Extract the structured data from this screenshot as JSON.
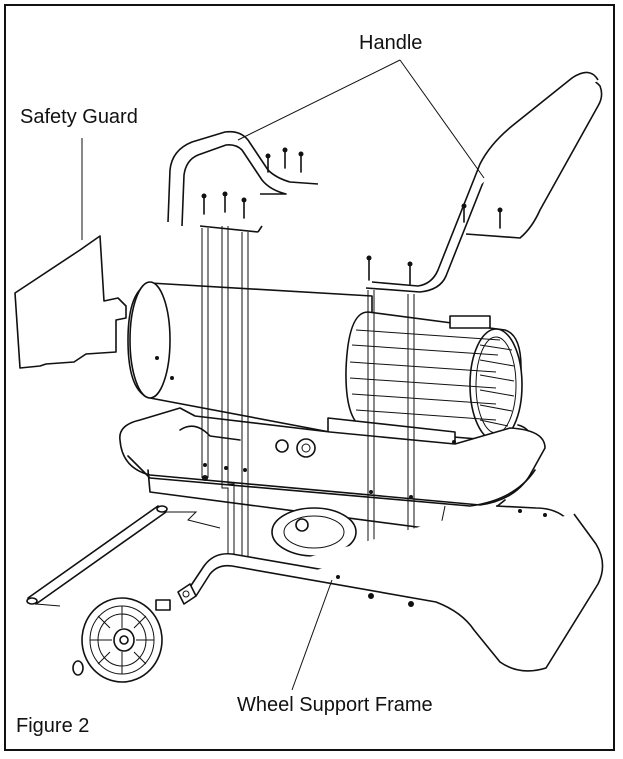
{
  "labels": {
    "handle": "Handle",
    "safety_guard": "Safety Guard",
    "wheel_support_frame": "Wheel Support Frame",
    "figure": "Figure 2"
  }
}
